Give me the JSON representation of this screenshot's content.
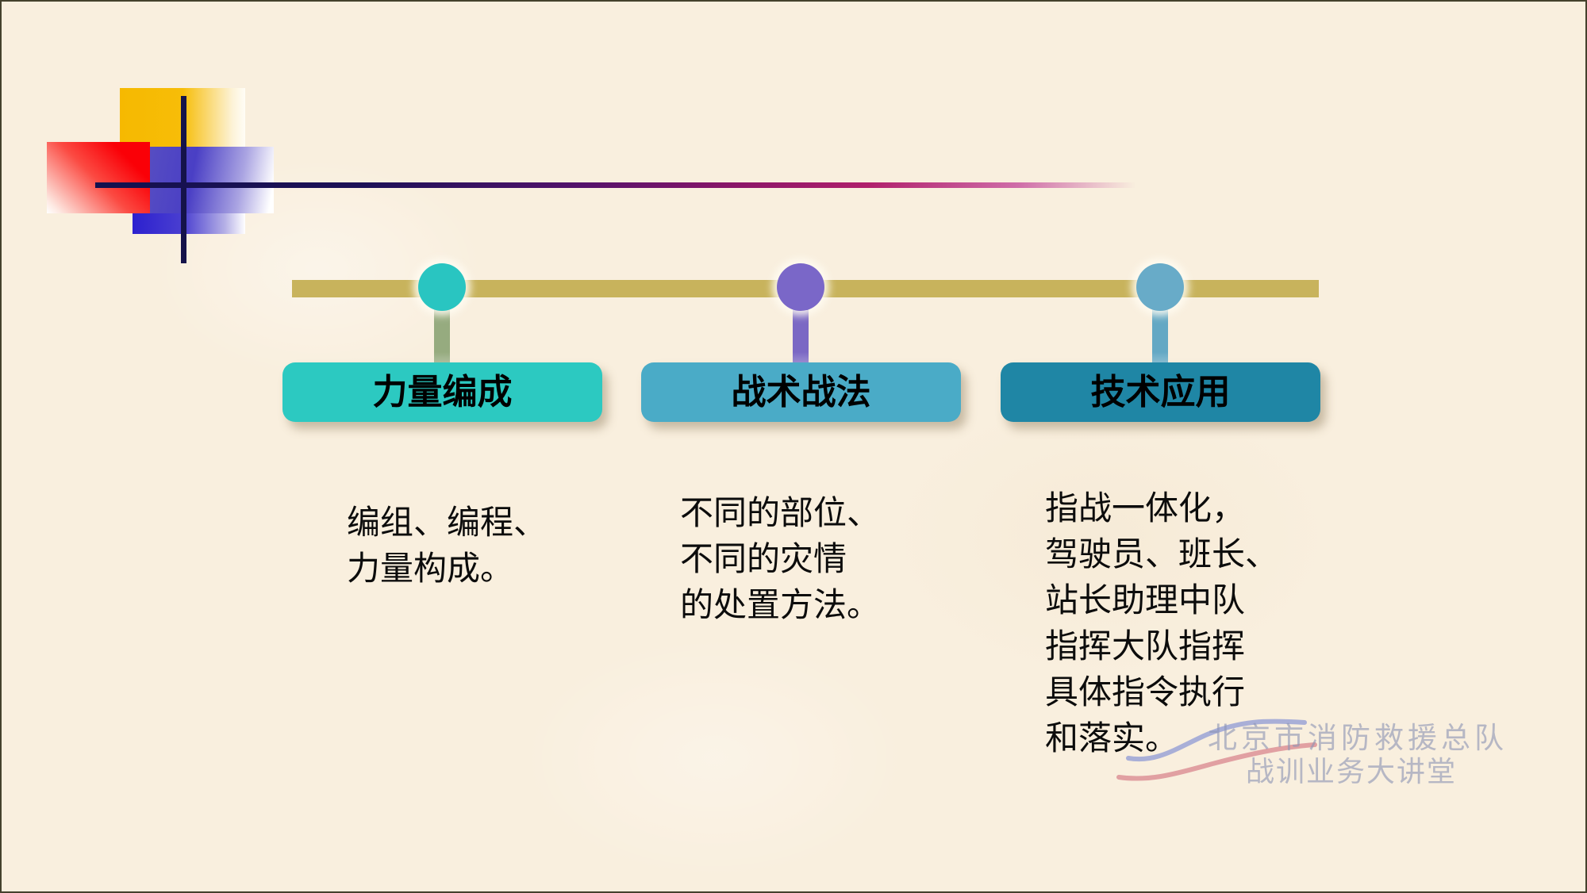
{
  "slide": {
    "colors": {
      "background": "#f9efde",
      "border": "#45412c",
      "timeline_bar": "#c8b35c",
      "accent_navy": "#15134a",
      "rule_gradient_start": "#14114e",
      "rule_gradient_mid": "#8c1668",
      "rule_gradient_end": "#cf6da8",
      "deco_yellow": "#f6b900",
      "deco_red": "#fa0007",
      "deco_blue": "#4a3fc5",
      "deco_deep_blue": "#2c20cf"
    },
    "timeline": {
      "nodes": [
        {
          "label": "力量编成",
          "description": "编组、编程、\n力量构成。",
          "circle_color": "#29c5c1",
          "stem_color": "#96ab7f",
          "button_color": "#2cc9c1"
        },
        {
          "label": "战术战法",
          "description": "不同的部位、\n不同的灾情\n的处置方法。",
          "circle_color": "#7a67c8",
          "stem_color": "#7b68c4",
          "button_color": "#4aabc7"
        },
        {
          "label": "技术应用",
          "description": "指战一体化，\n驾驶员、班长、\n站长助理中队\n指挥大队指挥\n具体指令执行\n和落实。",
          "circle_color": "#68abc8",
          "stem_color": "#64a8c4",
          "button_color": "#1f86a5"
        }
      ]
    },
    "watermark": {
      "line1": "北京市消防救援总队",
      "line2": "战训业务大讲堂",
      "text_color": "#8c94b4",
      "swoosh_blue": "#8e99d4",
      "swoosh_red": "#d8868e"
    }
  }
}
